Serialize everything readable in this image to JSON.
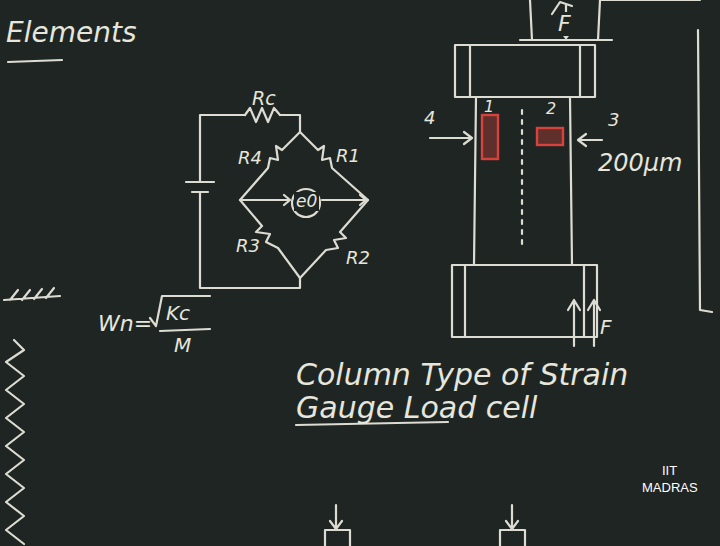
{
  "diagram": {
    "labels": [
      "Elements",
      "Rc",
      "R4",
      "R1",
      "e0",
      "R3",
      "R2",
      "Wn=",
      "Kc",
      "M",
      "F",
      "1",
      "2",
      "4",
      "3",
      "200µm",
      "F",
      "Column Type of Strain Gauge Load cell",
      "IIT",
      "MADRAS"
    ]
  }
}
